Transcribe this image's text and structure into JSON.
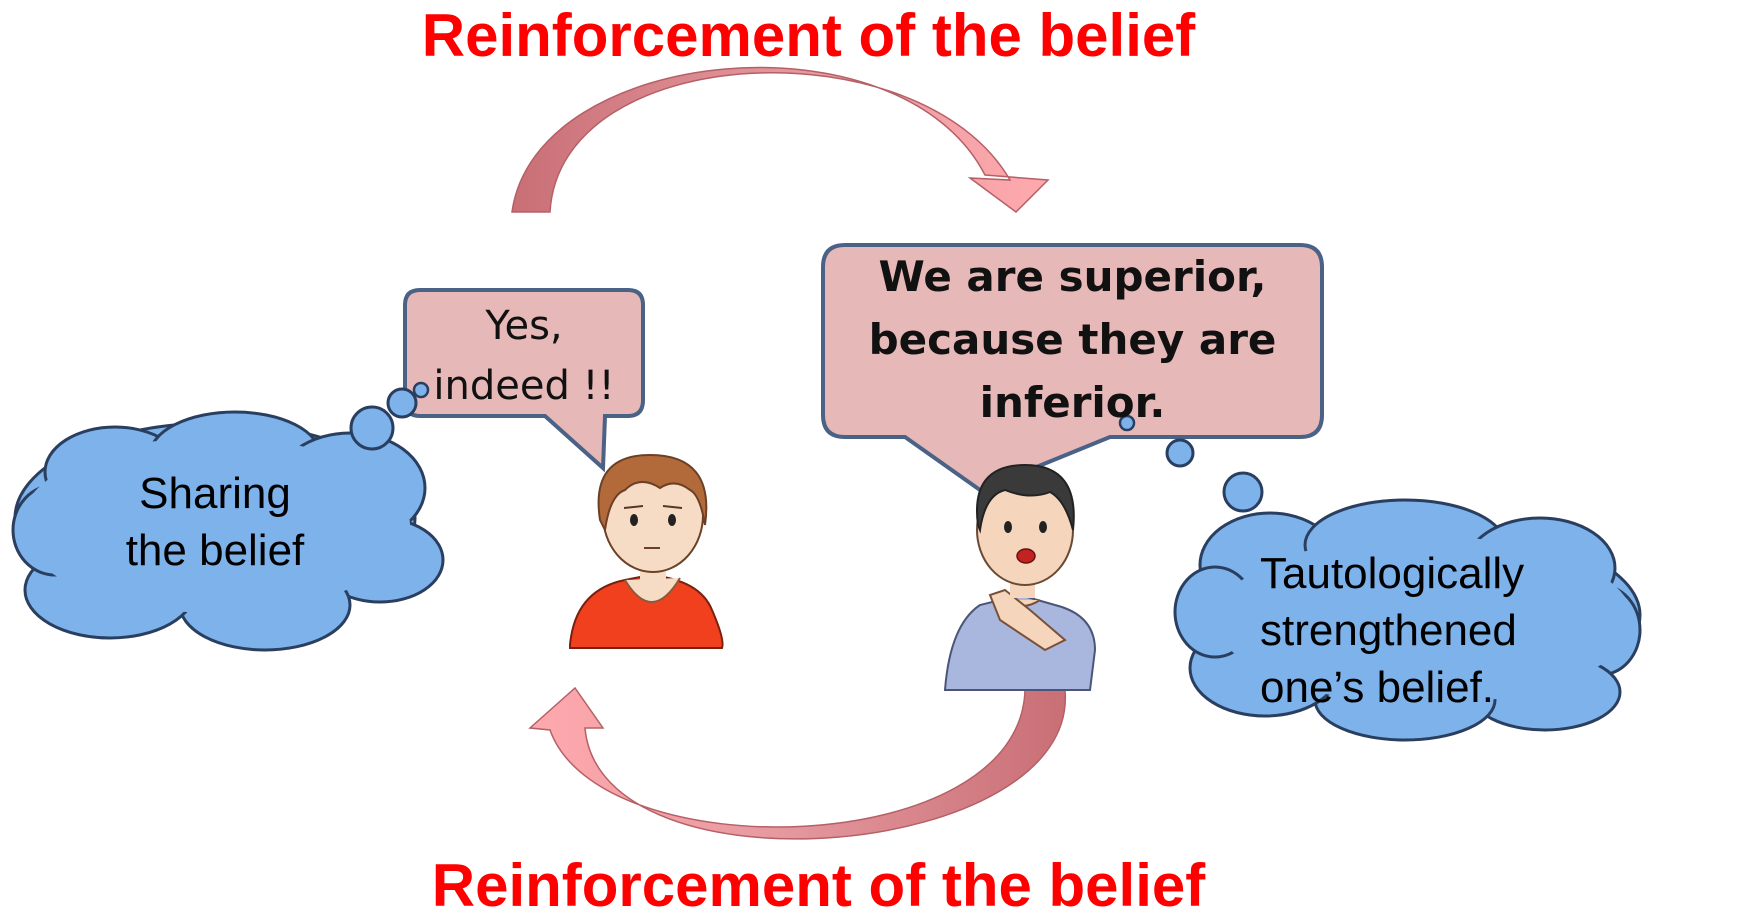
{
  "titles": {
    "top": "Reinforcement of the belief",
    "bottom": "Reinforcement of the belief"
  },
  "bubbles": {
    "left": {
      "line1": "Yes,",
      "line2": "indeed !!"
    },
    "right": {
      "line1": "We are superior,",
      "line2": "because they are",
      "line3": "inferior."
    }
  },
  "clouds": {
    "left": {
      "line1": "Sharing",
      "line2": "the belief"
    },
    "right": {
      "line1": "Tautologically",
      "line2": "strengthened",
      "line3": "one’s belief."
    }
  },
  "colors": {
    "title": "#ff0000",
    "bubble_fill": "#e6b8b7",
    "bubble_border": "#4a6286",
    "cloud_fill": "#7eb2ea",
    "cloud_border": "#2a3f60",
    "arrow_fill": "#d9858a"
  }
}
